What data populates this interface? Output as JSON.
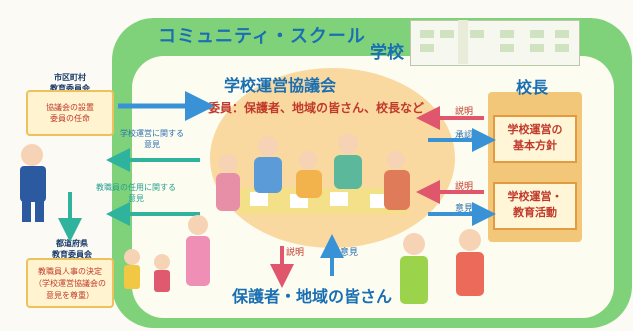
{
  "community_school": "コミュニティ・スクール",
  "school": "学校",
  "council": {
    "title": "学校運営協議会",
    "members": "委員：保護者、地域の皆さん、校長など"
  },
  "principal": {
    "title": "校長",
    "box1": "学校運営の\n基本方針",
    "box2": "学校運営・\n教育活動"
  },
  "arrows": {
    "explain_top": "説明",
    "approve": "承認",
    "explain_mid": "説明",
    "opinion_right": "意見",
    "explain_bottom": "説明",
    "opinion_bottom": "意見",
    "opinion_admin": "学校運営に関する\n意見",
    "opinion_staff": "教職員の任用に関する\n意見"
  },
  "city_board": {
    "title": "市区町村\n教育委員会",
    "text": "協議会の設置\n委員の任命"
  },
  "pref_board": {
    "title": "都道府県\n教育委員会",
    "text": "教職員人事の決定\n（学校運営協議会の\n意見を尊重）"
  },
  "public": "保護者・地域の皆さん",
  "colors": {
    "frame_green": "#7fd27a",
    "title_blue": "#1a6fb3",
    "accent_red": "#c0392b",
    "arrow_blue": "#3a92d6",
    "arrow_teal": "#2fb39d",
    "arrow_pink": "#e0566d"
  }
}
